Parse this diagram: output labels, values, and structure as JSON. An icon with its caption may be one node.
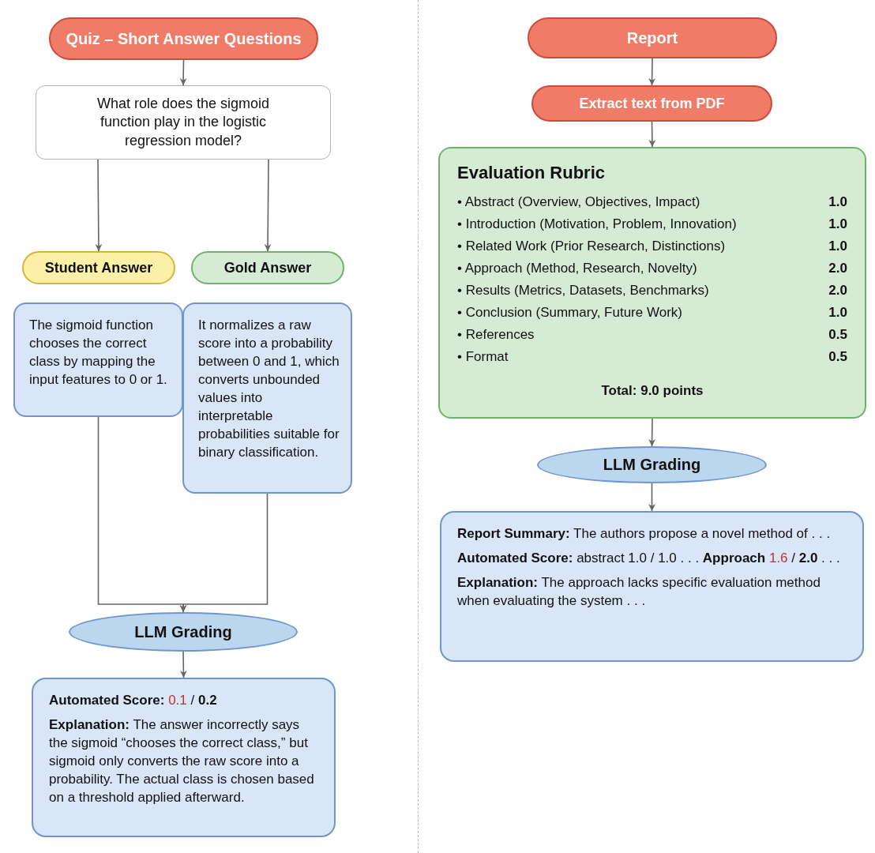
{
  "diagram": {
    "nodes": [
      {
        "text": [
          "Quiz – Short Answer Questions"
        ]
      },
      {
        "text": [
          "What role does the sigmoid function play in the logistic regression model?"
        ]
      },
      {
        "text": [
          "Student Answer"
        ]
      },
      {
        "text": [
          "Gold Answer"
        ]
      },
      {
        "text": [
          "The sigmoid function chooses the correct class by mapping the input features to 0 or 1."
        ]
      },
      {
        "text": [
          "It normalizes a raw score into a probability between 0 and 1, which converts unbounded values into interpretable probabilities suitable for binary classification."
        ]
      },
      {
        "text": [
          "LLM Grading"
        ]
      },
      {
        "text": [
          "**Automated Score:** *0.1* / **0.2**",
          "**Explanation:** The answer incorrectly says the sigmoid “chooses the correct class,” but sigmoid only converts the raw score into a probability. The actual class is chosen based on a threshold applied afterward."
        ]
      },
      {
        "text": [
          "Report"
        ]
      },
      {
        "text": [
          "Extract text from PDF"
        ]
      },
      {
        "text": [
          "Evaluation Rubric",
          "• Abstract (Overview, Objectives, Impact)",
          "1.0",
          "• Introduction (Motivation, Problem, Innovation)",
          "1.0",
          "• Related Work (Prior Research, Distinctions)",
          "1.0",
          "• Approach (Method, Research, Novelty)",
          "2.0",
          "• Results (Metrics, Datasets, Benchmarks)",
          "2.0",
          "• Conclusion (Summary, Future Work)",
          "1.0",
          "• References",
          "0.5",
          "• Format",
          "0.5",
          "Total: 9.0 points"
        ]
      },
      {
        "text": [
          "LLM Grading"
        ]
      },
      {
        "text": [
          "**Report Summary:** The authors propose a novel method of . . .",
          "**Automated Score:** abstract 1.0 / 1.0 . . . **Approach** *1.6* / **2.0** . . .",
          "**Explanation:** The approach lacks specific evaluation method when evaluating the system . . ."
        ]
      }
    ],
    "edges": [
      {
        "from": 0,
        "to": 1,
        "arrow": "to"
      },
      {
        "from": 1,
        "to": 2,
        "arrow": "to"
      },
      {
        "from": 1,
        "to": 3,
        "arrow": "to"
      },
      {
        "from": 4,
        "to": 6,
        "arrow": "to"
      },
      {
        "from": 5,
        "to": 6,
        "arrow": "to"
      },
      {
        "from": 6,
        "to": 7,
        "arrow": "to"
      },
      {
        "from": 8,
        "to": 9,
        "arrow": "to"
      },
      {
        "from": 9,
        "to": 10,
        "arrow": "to"
      },
      {
        "from": 10,
        "to": 11,
        "arrow": "to"
      },
      {
        "from": 11,
        "to": 12,
        "arrow": "to"
      }
    ]
  }
}
